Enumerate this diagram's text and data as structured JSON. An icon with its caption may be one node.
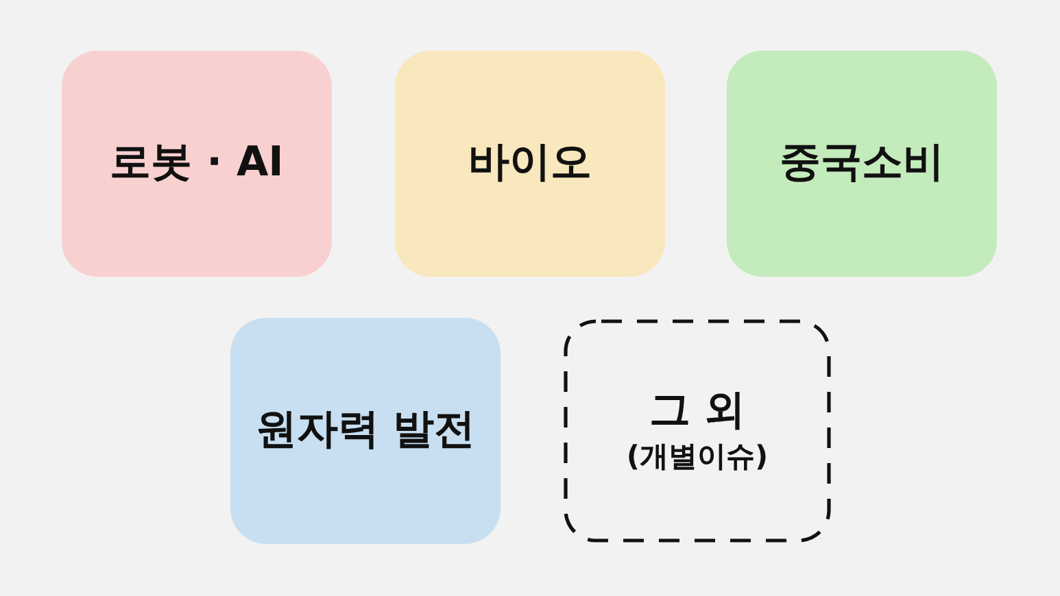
{
  "diagram": {
    "nodes": [
      {
        "text": [
          "로봇 · AI"
        ]
      },
      {
        "text": [
          "바이오"
        ]
      },
      {
        "text": [
          "중국소비"
        ]
      },
      {
        "text": [
          "원자력 발전"
        ]
      },
      {
        "text": [
          "그 외",
          "(개별이슈)"
        ]
      }
    ]
  }
}
